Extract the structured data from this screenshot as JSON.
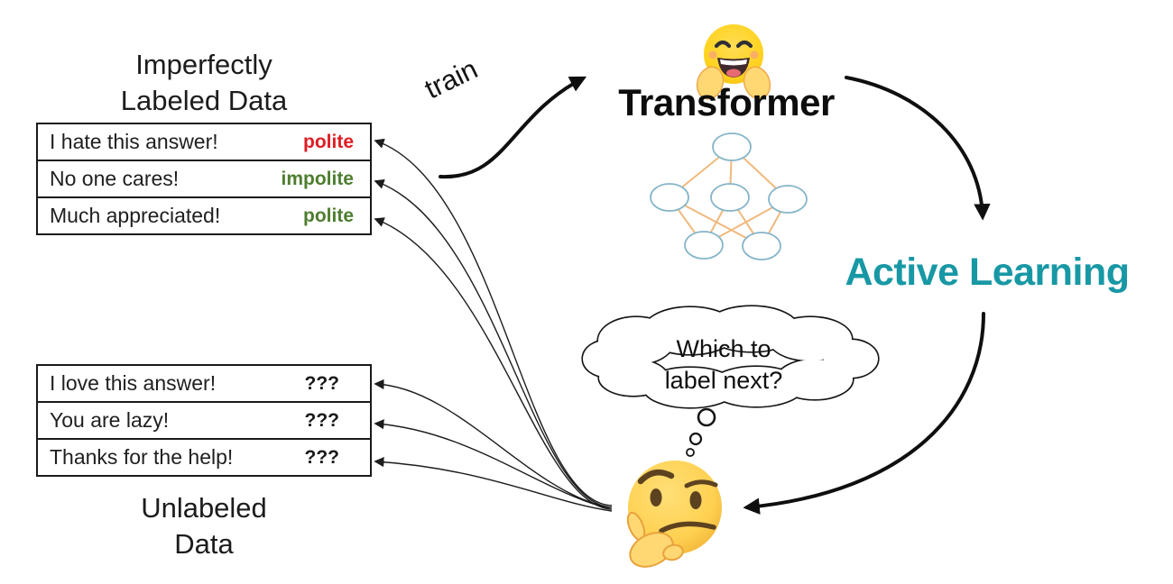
{
  "labeled_data": {
    "heading_line1": "Imperfectly",
    "heading_line2": "Labeled Data",
    "rows": [
      {
        "text": "I hate this answer!",
        "label": "polite",
        "label_color": "#df1d24"
      },
      {
        "text": "No one cares!",
        "label": "impolite",
        "label_color": "#4e7d2f"
      },
      {
        "text": "Much appreciated!",
        "label": "polite",
        "label_color": "#4e7d2f"
      }
    ]
  },
  "unlabeled_data": {
    "heading_line1": "Unlabeled",
    "heading_line2": "Data",
    "rows": [
      {
        "text": "I love this answer!",
        "label": "???",
        "label_color": "#1a1a1a"
      },
      {
        "text": "You are lazy!",
        "label": "???",
        "label_color": "#1a1a1a"
      },
      {
        "text": "Thanks for the help!",
        "label": "???",
        "label_color": "#1a1a1a"
      }
    ]
  },
  "flow": {
    "train_label": "train",
    "transformer_label": "Transformer",
    "active_learning_label": "Active Learning",
    "thought_line1": "Which to",
    "thought_line2": "label next?"
  },
  "icons": {
    "hugging_face": "hugging-face-emoji",
    "thinking_face": "thinking-face-emoji"
  },
  "colors": {
    "active_learning_teal": "#1898a5",
    "mislabeled_red": "#df1d24",
    "label_green": "#4e7d2f",
    "network_edge_orange": "#f0b97d",
    "network_node_blue": "#85b5c8",
    "arrow_black": "#111111"
  }
}
